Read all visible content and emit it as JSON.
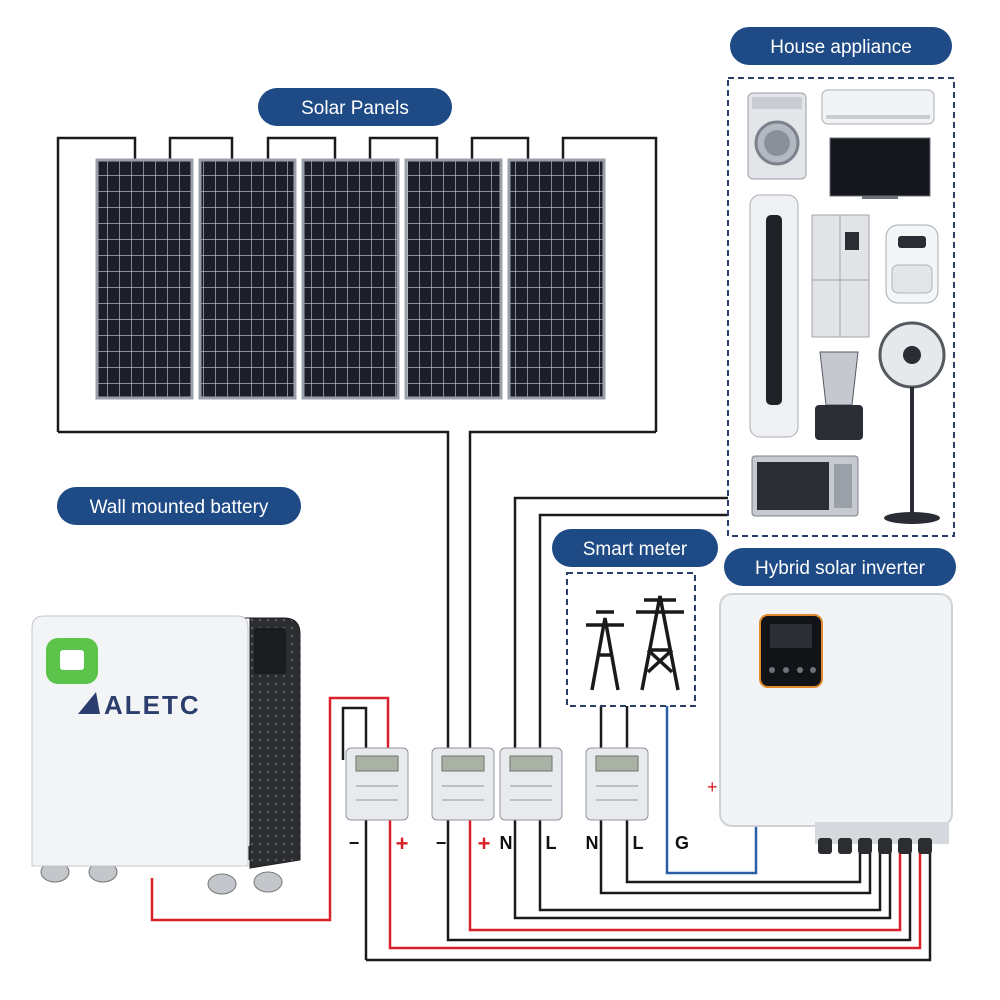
{
  "labels": {
    "solar_panels": "Solar Panels",
    "house_appliance": "House appliance",
    "wall_battery": "Wall mounted battery",
    "smart_meter": "Smart meter",
    "hybrid_inverter": "Hybrid solar inverter"
  },
  "battery": {
    "brand": "ALETC"
  },
  "terminals": [
    "−",
    "+",
    "−",
    "+",
    "N",
    "L",
    "N",
    "L",
    "G"
  ],
  "colors": {
    "pill": "#1e4a86",
    "wire_black": "#1a1a1a",
    "wire_red": "#d9202a",
    "wire_blue": "#2a5fa8",
    "panel": "#1c1f2a",
    "battery_accent": "#5cc44a"
  },
  "icons": {
    "appliances": [
      "washing-machine-icon",
      "air-conditioner-icon",
      "television-icon",
      "tower-ac-icon",
      "refrigerator-icon",
      "air-fryer-icon",
      "blender-icon",
      "standing-fan-icon",
      "microwave-icon"
    ],
    "grid": "transmission-tower-icon",
    "meter": "energy-meter-icon"
  }
}
